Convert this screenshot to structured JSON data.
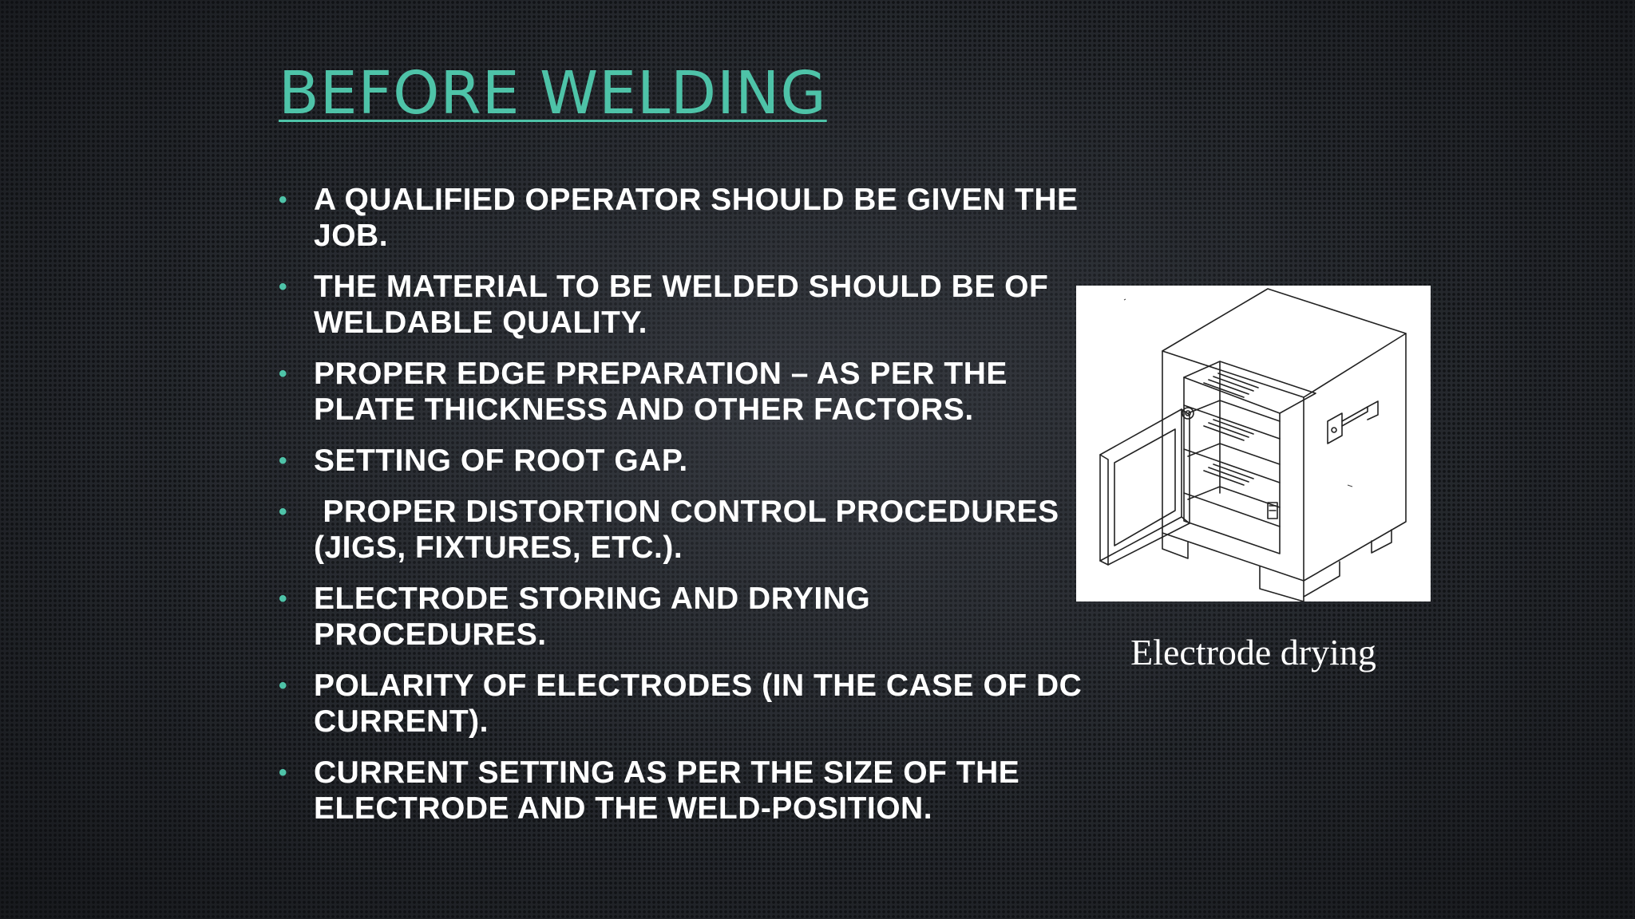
{
  "slide": {
    "title": "BEFORE WELDING",
    "bullets": [
      "A QUALIFIED OPERATOR SHOULD BE GIVEN THE JOB.",
      "THE MATERIAL TO BE WELDED SHOULD BE OF WELDABLE QUALITY.",
      "PROPER EDGE PREPARATION – AS PER THE PLATE THICKNESS AND OTHER FACTORS.",
      "SETTING OF ROOT GAP.",
      " PROPER DISTORTION CONTROL PROCEDURES (JIGS, FIXTURES, ETC.).",
      "ELECTRODE STORING AND DRYING PROCEDURES.",
      "POLARITY OF ELECTRODES (IN THE CASE OF DC CURRENT).",
      "CURRENT SETTING AS PER THE SIZE OF THE ELECTRODE AND THE WELD-POSITION."
    ],
    "bullet_glyph": "•",
    "figure": {
      "caption": "Electrode drying",
      "icon": "electrode-drying-oven-illustration"
    }
  },
  "colors": {
    "accent": "#4ec3a8",
    "text": "#ffffff",
    "background": "#24272c"
  }
}
